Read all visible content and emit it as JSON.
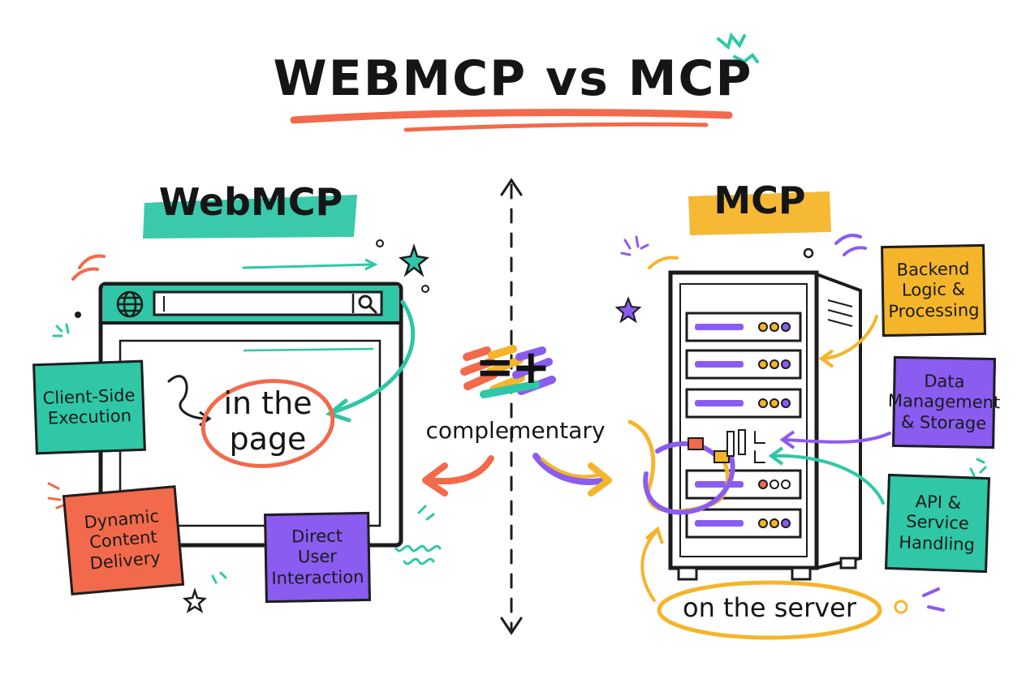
{
  "title": "WEBMCP vs MCP",
  "center": {
    "symbol": "=+",
    "label": "complementary"
  },
  "left": {
    "heading": "WebMCP",
    "browser_label_line1": "in the",
    "browser_label_line2": "page",
    "notes": [
      {
        "text": "Client-Side Execution"
      },
      {
        "text": "Dynamic Content Delivery"
      },
      {
        "text": "Direct User Interaction"
      }
    ]
  },
  "right": {
    "heading": "MCP",
    "server_label": "on the server",
    "notes": [
      {
        "text": "Backend Logic & Processing"
      },
      {
        "text": "Data Management & Storage"
      },
      {
        "text": "API & Service Handling"
      }
    ]
  },
  "colors": {
    "teal": "#2fc7a6",
    "coral": "#f26a4b",
    "purple": "#8a5cf0",
    "amber": "#f5b52a",
    "ink": "#1c1c1c"
  },
  "icons": [
    "globe-icon",
    "search-icon",
    "star-icon",
    "ethernet-cable-icon",
    "server-rack-icon",
    "browser-window-icon"
  ]
}
